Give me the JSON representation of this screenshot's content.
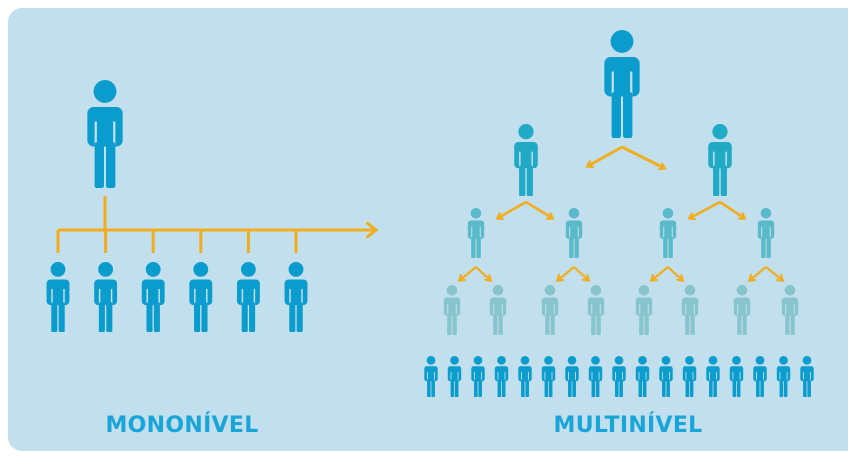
{
  "labels": {
    "left": "MONONÍVEL",
    "right": "MULTINÍVEL"
  },
  "colors": {
    "background": "#c1dfec",
    "person_primary": "#0a9ccd",
    "person_secondary": "#20aac6",
    "person_tertiary": "#5abac9",
    "person_quaternary": "#88c4cd",
    "arrow": "#f2ad1f",
    "label": "#1aa5d8"
  },
  "icons": {
    "person": "person-icon",
    "arrow": "arrow-icon"
  },
  "structure": {
    "mononivel": {
      "leader_count": 1,
      "member_count": 6
    },
    "multinivel": {
      "levels": [
        1,
        2,
        4,
        8
      ],
      "base_count": 17
    }
  }
}
